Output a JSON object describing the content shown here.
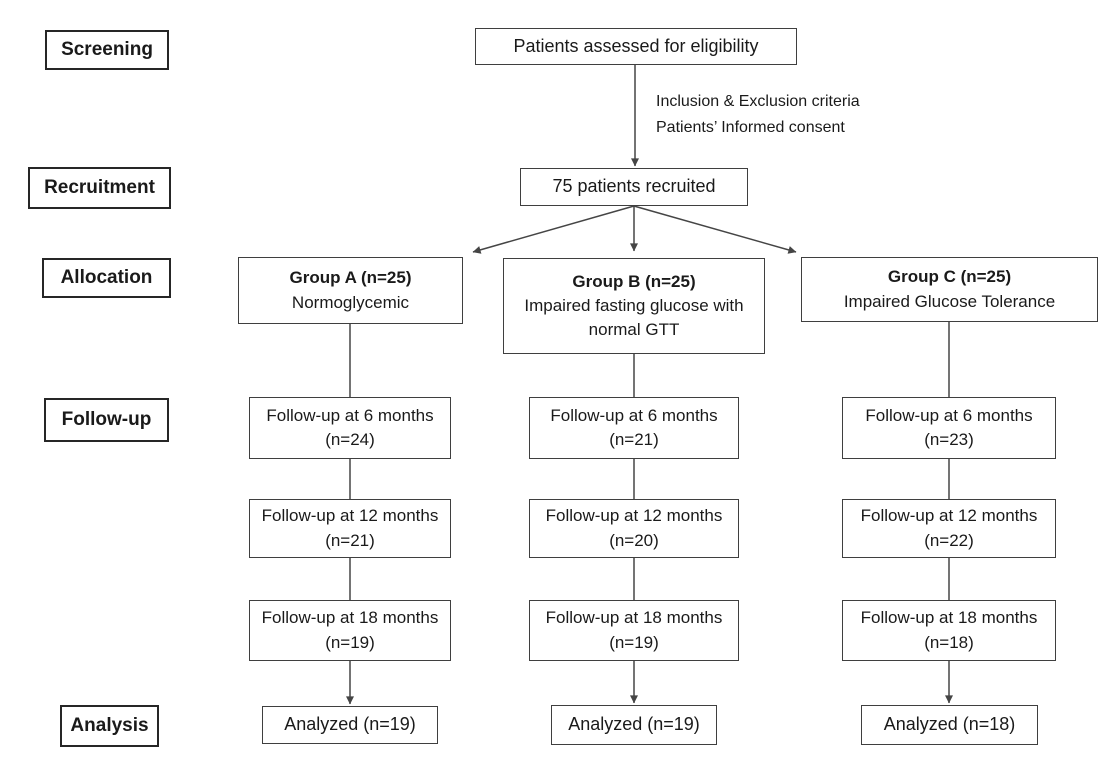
{
  "stages": [
    {
      "label": "Screening"
    },
    {
      "label": "Recruitment"
    },
    {
      "label": "Allocation"
    },
    {
      "label": "Follow-up"
    },
    {
      "label": "Analysis"
    }
  ],
  "screening": {
    "box": "Patients assessed for eligibility"
  },
  "notes": {
    "line1": "Inclusion & Exclusion criteria",
    "line2": "Patients’ Informed consent"
  },
  "recruitment": {
    "box": "75 patients recruited"
  },
  "groups": [
    {
      "title": "Group A (n=25)",
      "subtitle": "Normoglycemic",
      "followups": [
        {
          "label": "Follow-up at 6 months",
          "n": "(n=24)"
        },
        {
          "label": "Follow-up at 12 months",
          "n": "(n=21)"
        },
        {
          "label": "Follow-up at 18 months",
          "n": "(n=19)"
        }
      ],
      "analyzed": "Analyzed (n=19)"
    },
    {
      "title": "Group B (n=25)",
      "subtitle": "Impaired fasting glucose with normal GTT",
      "followups": [
        {
          "label": "Follow-up at 6 months",
          "n": "(n=21)"
        },
        {
          "label": "Follow-up at 12 months",
          "n": "(n=20)"
        },
        {
          "label": "Follow-up at 18 months",
          "n": "(n=19)"
        }
      ],
      "analyzed": "Analyzed (n=19)"
    },
    {
      "title": "Group C (n=25)",
      "subtitle": "Impaired Glucose Tolerance",
      "followups": [
        {
          "label": "Follow-up at 6 months",
          "n": "(n=23)"
        },
        {
          "label": "Follow-up at 12 months",
          "n": "(n=22)"
        },
        {
          "label": "Follow-up at 18 months",
          "n": "(n=18)"
        }
      ],
      "analyzed": "Analyzed (n=18)"
    }
  ],
  "colors": {
    "line": "#454545",
    "border": "#3f3f3f",
    "text": "#1a1a1a",
    "bg": "#ffffff"
  }
}
